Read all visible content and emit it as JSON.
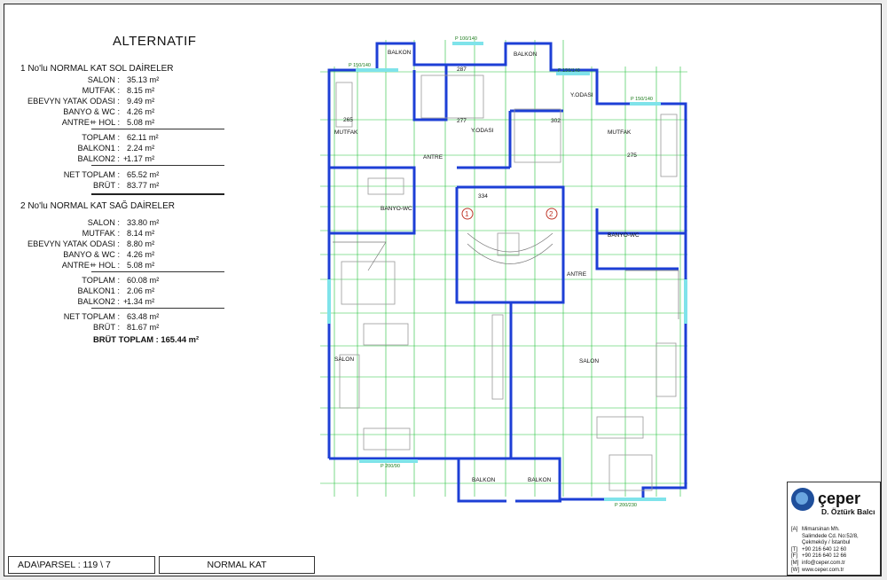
{
  "title": "ALTERNATIF",
  "apartments": [
    {
      "heading": "1  No'lu NORMAL KAT SOL DAİRELER",
      "rooms": [
        {
          "label": "SALON :",
          "value": "35.13 m²",
          "prefix": ""
        },
        {
          "label": "MUTFAK :",
          "value": "8.15 m²",
          "prefix": ""
        },
        {
          "label": "EBEVYN YATAK ODASI :",
          "value": "9.49 m²",
          "prefix": ""
        },
        {
          "label": "BANYO & WC :",
          "value": "4.26 m²",
          "prefix": ""
        },
        {
          "label": "ANTRE + HOL :",
          "value": "5.08 m²",
          "prefix": "+"
        }
      ],
      "totals": [
        {
          "label": "TOPLAM :",
          "value": "62.11 m²",
          "prefix": ""
        },
        {
          "label": "BALKON1 :",
          "value": "2.24 m²",
          "prefix": ""
        },
        {
          "label": "BALKON2 :",
          "value": "1.17 m²",
          "prefix": "+"
        }
      ],
      "net": {
        "label": "NET TOPLAM :",
        "value": "65.52 m²"
      },
      "brut": {
        "label": "BRÜT :",
        "value": "83.77 m²"
      }
    },
    {
      "heading": "2  No'lu NORMAL KAT SAĞ DAİRELER",
      "rooms": [
        {
          "label": "SALON :",
          "value": "33.80 m²",
          "prefix": ""
        },
        {
          "label": "MUTFAK :",
          "value": "8.14 m²",
          "prefix": ""
        },
        {
          "label": "EBEVYN YATAK ODASI :",
          "value": "8.80 m²",
          "prefix": ""
        },
        {
          "label": "BANYO & WC :",
          "value": "4.26 m²",
          "prefix": ""
        },
        {
          "label": "ANTRE + HOL :",
          "value": "5.08 m²",
          "prefix": "+"
        }
      ],
      "totals": [
        {
          "label": "TOPLAM :",
          "value": "60.08 m²",
          "prefix": ""
        },
        {
          "label": "BALKON1 :",
          "value": "2.06 m²",
          "prefix": ""
        },
        {
          "label": "BALKON2 :",
          "value": "1.34 m²",
          "prefix": "+"
        }
      ],
      "net": {
        "label": "NET TOPLAM :",
        "value": "63.48 m²"
      },
      "brut": {
        "label": "BRÜT :",
        "value": "81.67 m²"
      }
    }
  ],
  "brut_total": "BRÜT TOPLAM :  165.44 m²",
  "ada_parsel": "ADA\\PARSEL :  119 \\ 7",
  "floor": "NORMAL KAT",
  "company": {
    "name": "çeper",
    "owner": "D. Öztürk Balcı",
    "lines": [
      {
        "k": "[A]",
        "v": "Mimarsinan Mh."
      },
      {
        "k": "",
        "v": "Salimdede Cd. No:52/8,"
      },
      {
        "k": "",
        "v": "Çekmeköy / İstanbul"
      },
      {
        "k": "[T]",
        "v": "+90 216 640 12 60"
      },
      {
        "k": "[F]",
        "v": "+90 216 640 12 66"
      },
      {
        "k": "[M]",
        "v": "info@ceper.com.tr"
      },
      {
        "k": "[W]",
        "v": "www.ceper.com.tr"
      }
    ]
  },
  "plan_labels": {
    "balkon_tl": "BALKON",
    "balkon_tr": "BALKON",
    "balkon_bl": "BALKON",
    "balkon_br": "BALKON",
    "mutfak_l": "MUTFAK",
    "mutfak_r": "MUTFAK",
    "yodasi_l": "Y.ODASI",
    "yodasi_r": "Y.ODASI",
    "antre_l": "ANTRE",
    "antre_r": "ANTRE",
    "banyo_l": "BANYO-WC",
    "banyo_r": "BANYO-WC",
    "salon_l": "SALON",
    "salon_r": "SALON",
    "unit1": "1",
    "unit2": "2",
    "p_top": "P 100/140",
    "p_tl": "P 150/140",
    "p_tr": "P 150/140",
    "p_r": "P 150/140",
    "p_bl": "P 200/90",
    "p_br": "P 200/230",
    "d_334": "334",
    "d_265": "265",
    "d_287": "287",
    "d_277": "277",
    "d_302": "302",
    "d_275": "275"
  },
  "colors": {
    "wall": "#1d3fd6",
    "grid": "#22c23a",
    "window": "#7fe3ea",
    "furniture": "#9a9a9a",
    "red": "#c0392b"
  }
}
